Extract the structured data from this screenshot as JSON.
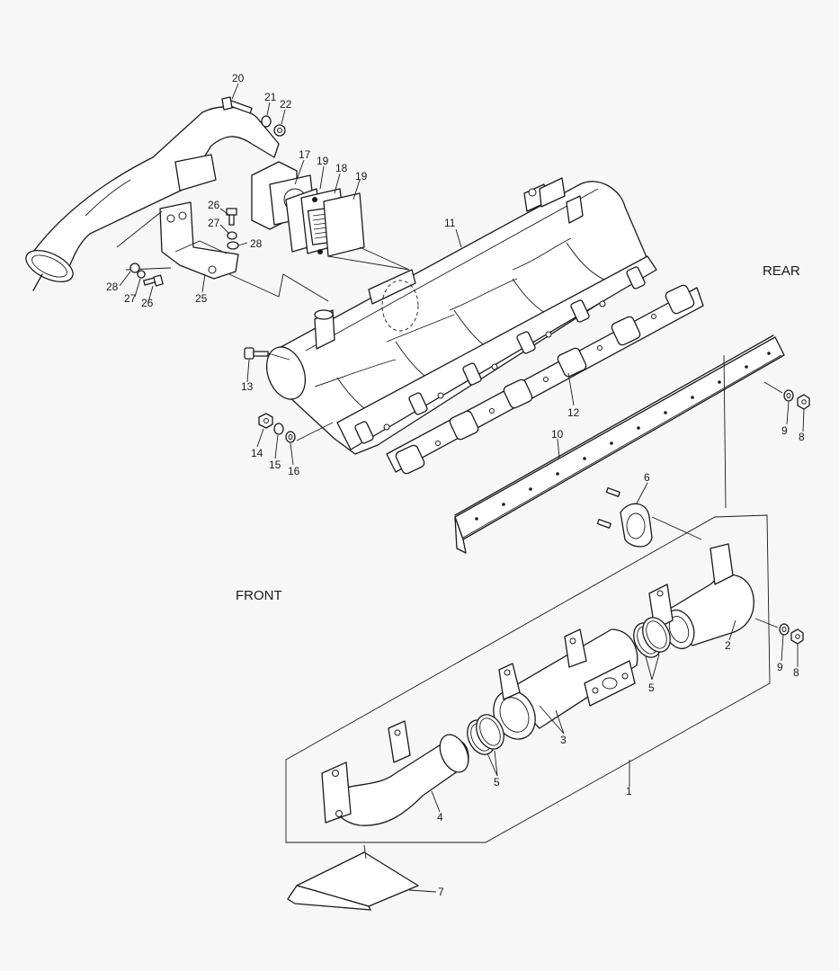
{
  "labels": {
    "rear": "REAR",
    "front": "FRONT"
  },
  "callouts": {
    "p1": "1",
    "p2": "2",
    "p3": "3",
    "p4": "4",
    "p5a": "5",
    "p5b": "5",
    "p6": "6",
    "p7": "7",
    "p8a": "8",
    "p8b": "8",
    "p9a": "9",
    "p9b": "9",
    "p10": "10",
    "p11": "11",
    "p12": "12",
    "p13": "13",
    "p14": "14",
    "p15": "15",
    "p16": "16",
    "p17": "17",
    "p18": "18",
    "p19a": "19",
    "p19b": "19",
    "p20": "20",
    "p21": "21",
    "p22": "22",
    "p25": "25",
    "p26a": "26",
    "p26b": "26",
    "p27a": "27",
    "p27b": "27",
    "p28a": "28",
    "p28b": "28"
  },
  "icons": {
    "style": "line-art-exploded-parts"
  }
}
